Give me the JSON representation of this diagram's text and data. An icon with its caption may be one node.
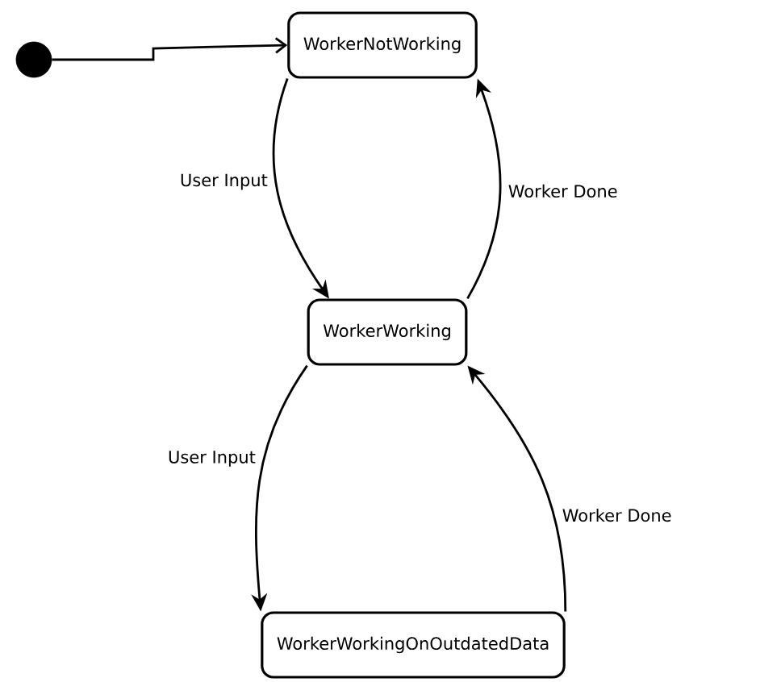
{
  "diagram": {
    "nodes": [
      {
        "text": [],
        "shape": "circle"
      },
      {
        "text": [
          "WorkerNotWorking"
        ]
      },
      {
        "text": [
          "WorkerWorking"
        ]
      },
      {
        "text": [
          "WorkerWorkingOnOutdatedData"
        ]
      }
    ],
    "edges": [
      {
        "from": 0,
        "to": 1,
        "arrow": "to"
      },
      {
        "from": 1,
        "to": 2,
        "arrow": "to",
        "label": "User Input"
      },
      {
        "from": 2,
        "to": 1,
        "arrow": "to",
        "label": "Worker Done"
      },
      {
        "from": 2,
        "to": 3,
        "arrow": "to",
        "label": "User Input"
      },
      {
        "from": 3,
        "to": 2,
        "arrow": "to",
        "label": "Worker Done"
      }
    ]
  }
}
